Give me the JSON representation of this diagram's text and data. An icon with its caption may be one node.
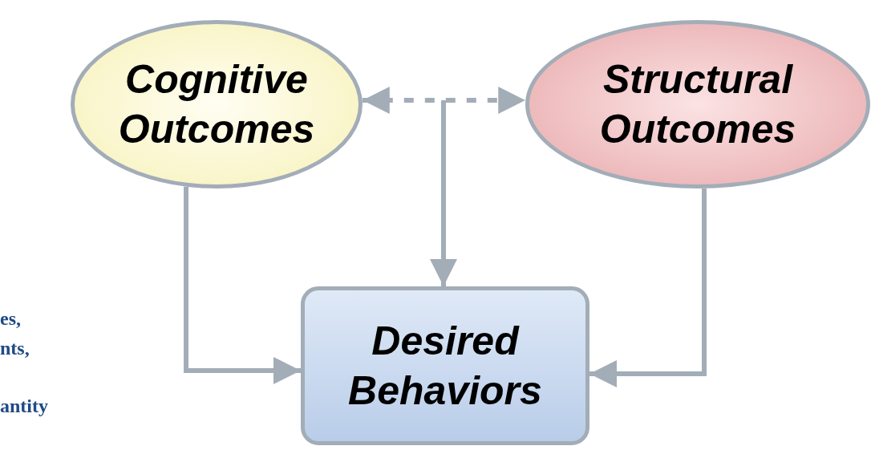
{
  "diagram": {
    "nodes": [
      {
        "text": [
          "Cognitive Outcomes"
        ]
      },
      {
        "text": [
          "Structural Outcomes"
        ]
      },
      {
        "text": [
          "Desired Behaviors"
        ]
      }
    ],
    "edges": [
      {
        "from": 0,
        "to": 1,
        "arrow": "both",
        "style": "dashed"
      },
      {
        "from": null,
        "to": 2,
        "arrow": "to"
      },
      {
        "from": 0,
        "to": 2,
        "arrow": "to"
      },
      {
        "from": 1,
        "to": 2,
        "arrow": "to"
      }
    ],
    "labels": [
      "es,",
      "nts,",
      "antity"
    ]
  }
}
